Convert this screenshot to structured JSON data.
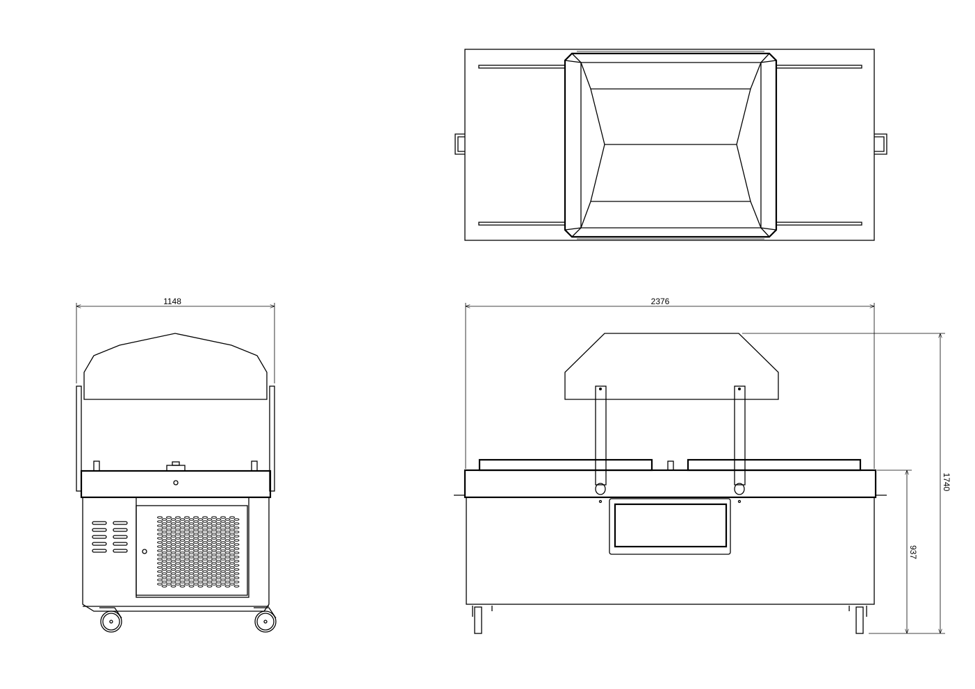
{
  "drawing": {
    "views": [
      "top-view",
      "side-view",
      "front-view"
    ],
    "dimensions": {
      "side_width": "1148",
      "front_width": "2376",
      "total_height": "1740",
      "table_height": "937"
    },
    "line_color": "#000000",
    "background": "#ffffff"
  }
}
